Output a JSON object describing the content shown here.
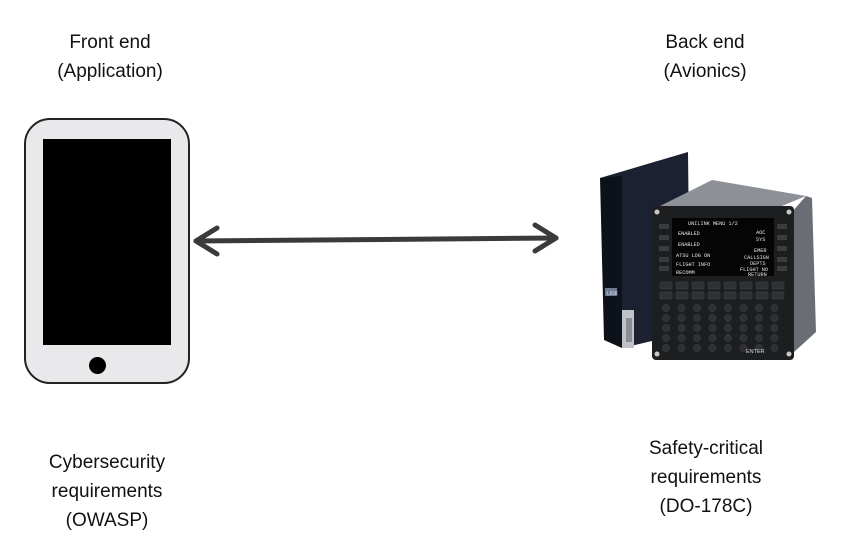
{
  "front_end": {
    "title_line1": "Front end",
    "title_line2": "(Application)",
    "requirement_line1": "Cybersecurity",
    "requirement_line2": "requirements",
    "requirement_line3": "(OWASP)"
  },
  "back_end": {
    "title_line1": "Back end",
    "title_line2": "(Avionics)",
    "requirement_line1": "Safety-critical",
    "requirement_line2": "requirements",
    "requirement_line3": "(DO-178C)"
  },
  "avionics_display": {
    "header": "UNILINK MENU 1/2",
    "lines": [
      "ENABLED",
      "ENABLED",
      "ATSU LOG ON",
      "FLIGHT INFO",
      "RECOMM"
    ],
    "right_lines": [
      "AOC",
      "SYS",
      "EMER",
      "CALLSIGN",
      "DEPTS",
      "FLIGHT NO",
      "RETURN"
    ],
    "enter_key": "ENTER",
    "brand": "UNILINK"
  },
  "icons": [
    "smartphone-icon",
    "bidirectional-arrow-icon",
    "avionics-cdu-icon"
  ]
}
